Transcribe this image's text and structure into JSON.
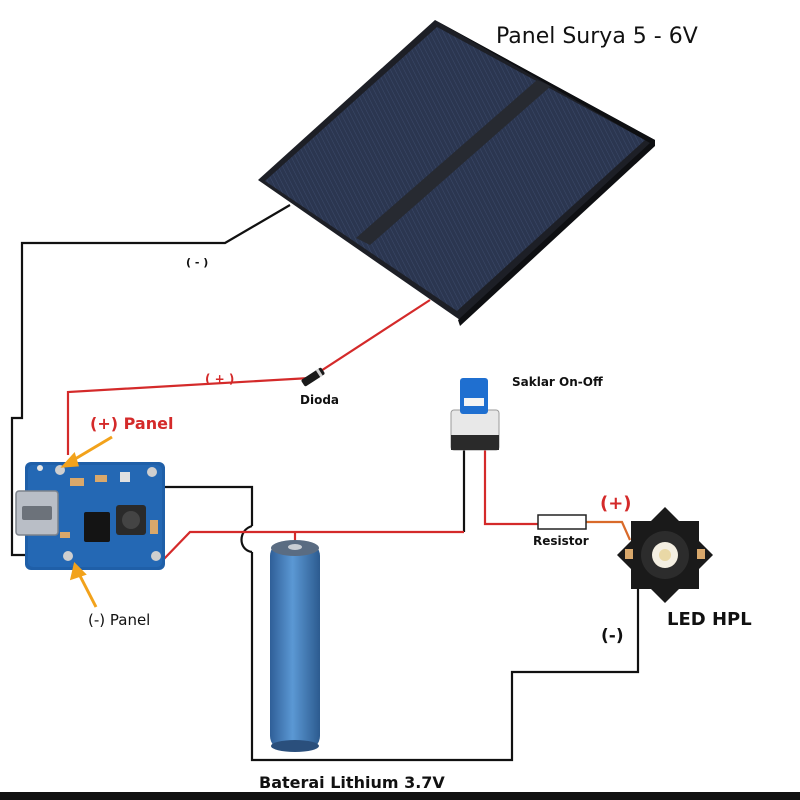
{
  "labels": {
    "panel_title": "Panel Surya 5 - 6V",
    "neg_wire_top": "( - )",
    "pos_wire": "( + )",
    "diode": "Dioda",
    "switch": "Saklar On-Off",
    "plus_panel": "(+) Panel",
    "minus_panel": "(-) Panel",
    "resistor": "Resistor",
    "led_plus": "(+)",
    "led_minus": "(-)",
    "led": "LED HPL",
    "battery": "Baterai Lithium 3.7V"
  },
  "colors": {
    "wire_negative": "#111111",
    "wire_positive": "#d42a2a",
    "label_red": "#d42a2a",
    "arrow_orange": "#f2a21b",
    "solar_cell": "#2a3448",
    "battery_blue": "#3e7bb8",
    "board_blue": "#1f5fa8"
  },
  "icons": {
    "solar": "solar-panel-icon",
    "board": "charger-module-icon",
    "battery": "lithium-battery-icon",
    "switch": "push-switch-icon",
    "resistor": "resistor-icon",
    "diode": "diode-icon",
    "led": "led-star-icon"
  }
}
